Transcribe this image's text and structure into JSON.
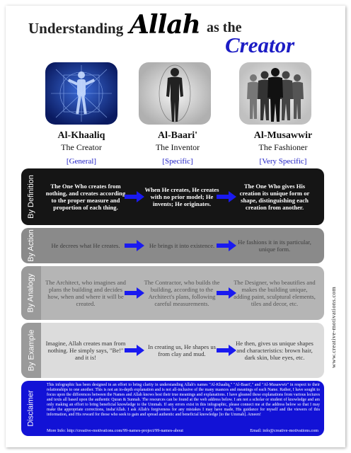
{
  "title": {
    "part1": "Understanding",
    "part2": "Allah",
    "part3": "as the",
    "part4": "Creator"
  },
  "names": [
    {
      "name": "Al-Khaaliq",
      "meaning": "The Creator",
      "tag": "[General]"
    },
    {
      "name": "Al-Baari'",
      "meaning": "The Inventor",
      "tag": "[Specific]"
    },
    {
      "name": "Al-Musawwir",
      "meaning": "The Fashioner",
      "tag": "[Very Specific]"
    }
  ],
  "rows": [
    {
      "label": "By Definition",
      "cells": [
        "The One Who creates from nothing, and creates according to the proper measure and proportion of each thing.",
        "When He creates, He creates with no prior model; He invents; He originates.",
        "The One Who gives His creation its unique form or shape, distinguishing each creation from another."
      ]
    },
    {
      "label": "By Action",
      "cells": [
        "He decrees what He creates.",
        "He brings it into existence.",
        "He fashions it in its particular, unique form."
      ]
    },
    {
      "label": "By Analogy",
      "cells": [
        "The Architect, who imagines and plans the building and decides how, when and where it will be created.",
        "The Contractor, who builds the building, according to the Architect's plans, following careful measurements.",
        "The Designer, who beautifies and makes the building unique, adding paint, sculptural elements, tiles and decor, etc."
      ]
    },
    {
      "label": "By Example",
      "cells": [
        "Imagine, Allah creates man from nothing. He simply says, \"Be!\" and it is!",
        "In creating us, He shapes us from clay and mud.",
        "He then, gives us unique shapes and characteristics: brown hair, dark skin, blue eyes, etc."
      ]
    }
  ],
  "disclaimer": {
    "label": "Disclaimer",
    "text": "This infographic has been designed in an effort to bring clarity in understanding Allah's names \"Al-Khaaliq,\" \"Al-Baari',\" and \"Al-Musawwir\" in respect to their relationships to one another. This is not an in-depth explanation and is not all-inclusive of the many nuances and meanings of each Name. Rather, I have sought to focus upon the differences between the Names and Allah knows best their true meanings and explanations. I have gleaned these explanations from various lectures and texts all based upon the authentic Quran & Sunnah. The resources can be found at the web address below. I am not a scholar or student of knowledge and am only making an effort to bring beneficial knowledge to the Ummah. If any errors exist in this infographic, please connect me at the address below so that I may make the appropriate corrections, insha'Allah. I ask Allah's forgiveness for any mistakes I may have made, His guidance for myself and the viewers of this information, and His reward for those who seek to gain and spread authentic and beneficial knowledge [to the Ummah]. Ameen!",
    "more_info": "More Info: http://creative-motivations.com/99-names-project/99-names-about",
    "email": "Email: info@creative-motivations.com"
  },
  "side_url": "www.creative-motivations.com",
  "colors": {
    "accent": "#1c1cc4",
    "arrow": "#1a1af0"
  }
}
